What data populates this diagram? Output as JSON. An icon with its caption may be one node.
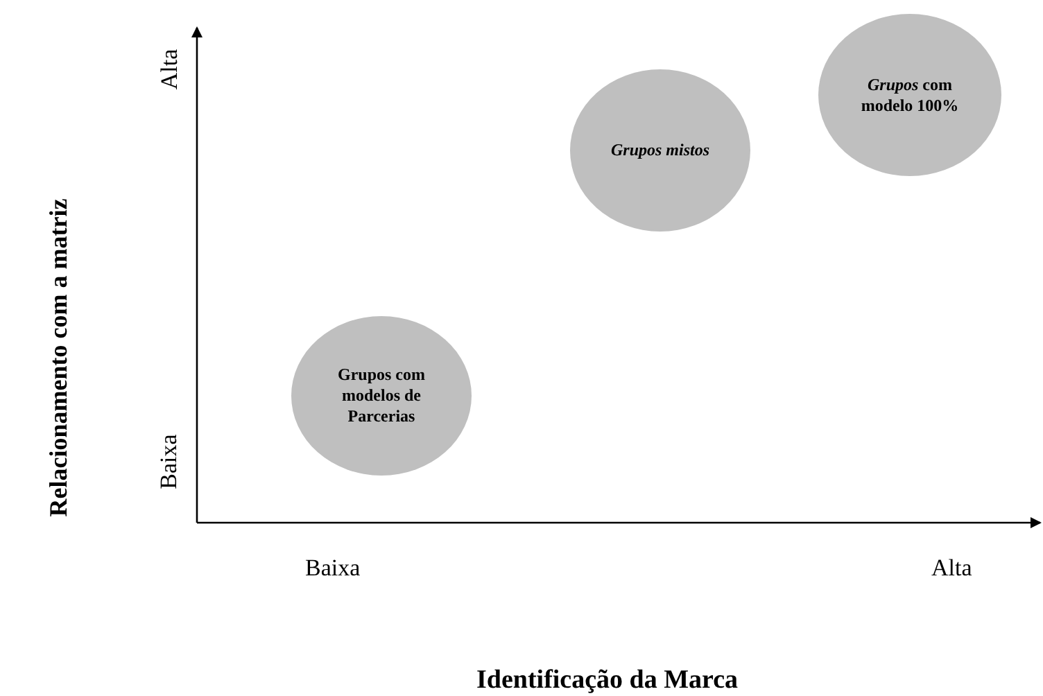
{
  "diagram": {
    "nodes": [
      {
        "text": [
          "Grupos com modelos de Parcerias"
        ]
      },
      {
        "text": [
          "Grupos mistos"
        ]
      },
      {
        "text": [
          "*Grupos* com modelo 100%"
        ]
      }
    ],
    "labels": [
      "Alta",
      "Baixa",
      "Relacionamento com a matriz",
      "Baixa",
      "Alta",
      "Identificação da Marca"
    ]
  }
}
